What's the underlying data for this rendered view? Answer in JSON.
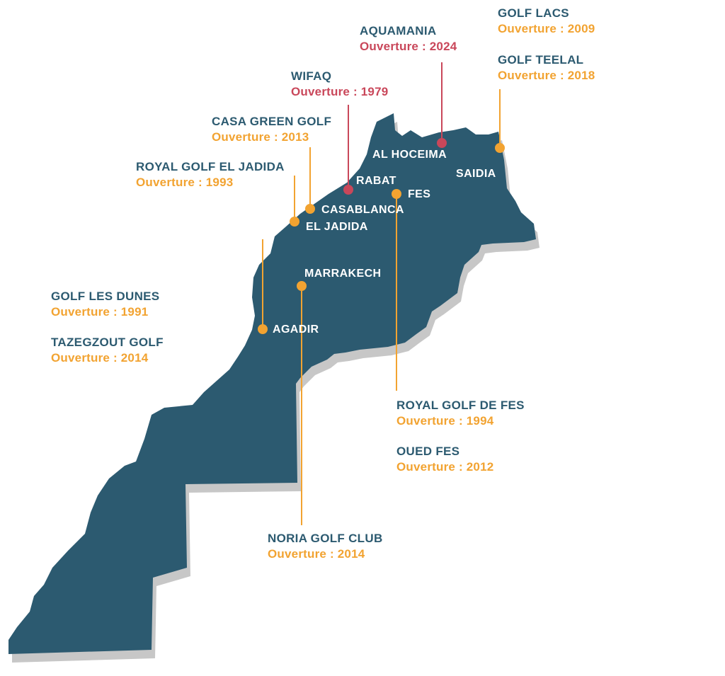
{
  "colors": {
    "land": "#2c5a70",
    "shadow": "#c7c7c7",
    "gold": "#f2a331",
    "red": "#c9475a",
    "city_text": "#ffffff"
  },
  "cities": {
    "al_hoceima": "AL HOCEIMA",
    "saidia": "SAIDIA",
    "rabat": "RABAT",
    "fes": "FES",
    "casablanca": "CASABLANCA",
    "el_jadida": "EL JADIDA",
    "marrakech": "MARRAKECH",
    "agadir": "AGADIR"
  },
  "golfs": {
    "golf_lacs": {
      "name": "GOLF LACS",
      "opening": "Ouverture : 2009"
    },
    "golf_teelal": {
      "name": "GOLF TEELAL",
      "opening": "Ouverture : 2018"
    },
    "aquamania": {
      "name": "AQUAMANIA",
      "opening": "Ouverture : 2024"
    },
    "wifaq": {
      "name": "WIFAQ",
      "opening": "Ouverture : 1979"
    },
    "casa_green_golf": {
      "name": "CASA GREEN GOLF",
      "opening": "Ouverture : 2013"
    },
    "royal_golf_el_jadida": {
      "name": "ROYAL GOLF EL JADIDA",
      "opening": "Ouverture : 1993"
    },
    "golf_les_dunes": {
      "name": "GOLF LES DUNES",
      "opening": "Ouverture : 1991"
    },
    "tazegzout_golf": {
      "name": "TAZEGZOUT GOLF",
      "opening": "Ouverture : 2014"
    },
    "royal_golf_de_fes": {
      "name": "ROYAL GOLF DE FES",
      "opening": "Ouverture : 1994"
    },
    "oued_fes": {
      "name": "OUED FES",
      "opening": "Ouverture : 2012"
    },
    "noria_golf_club": {
      "name": "NORIA GOLF CLUB",
      "opening": "Ouverture : 2014"
    }
  }
}
